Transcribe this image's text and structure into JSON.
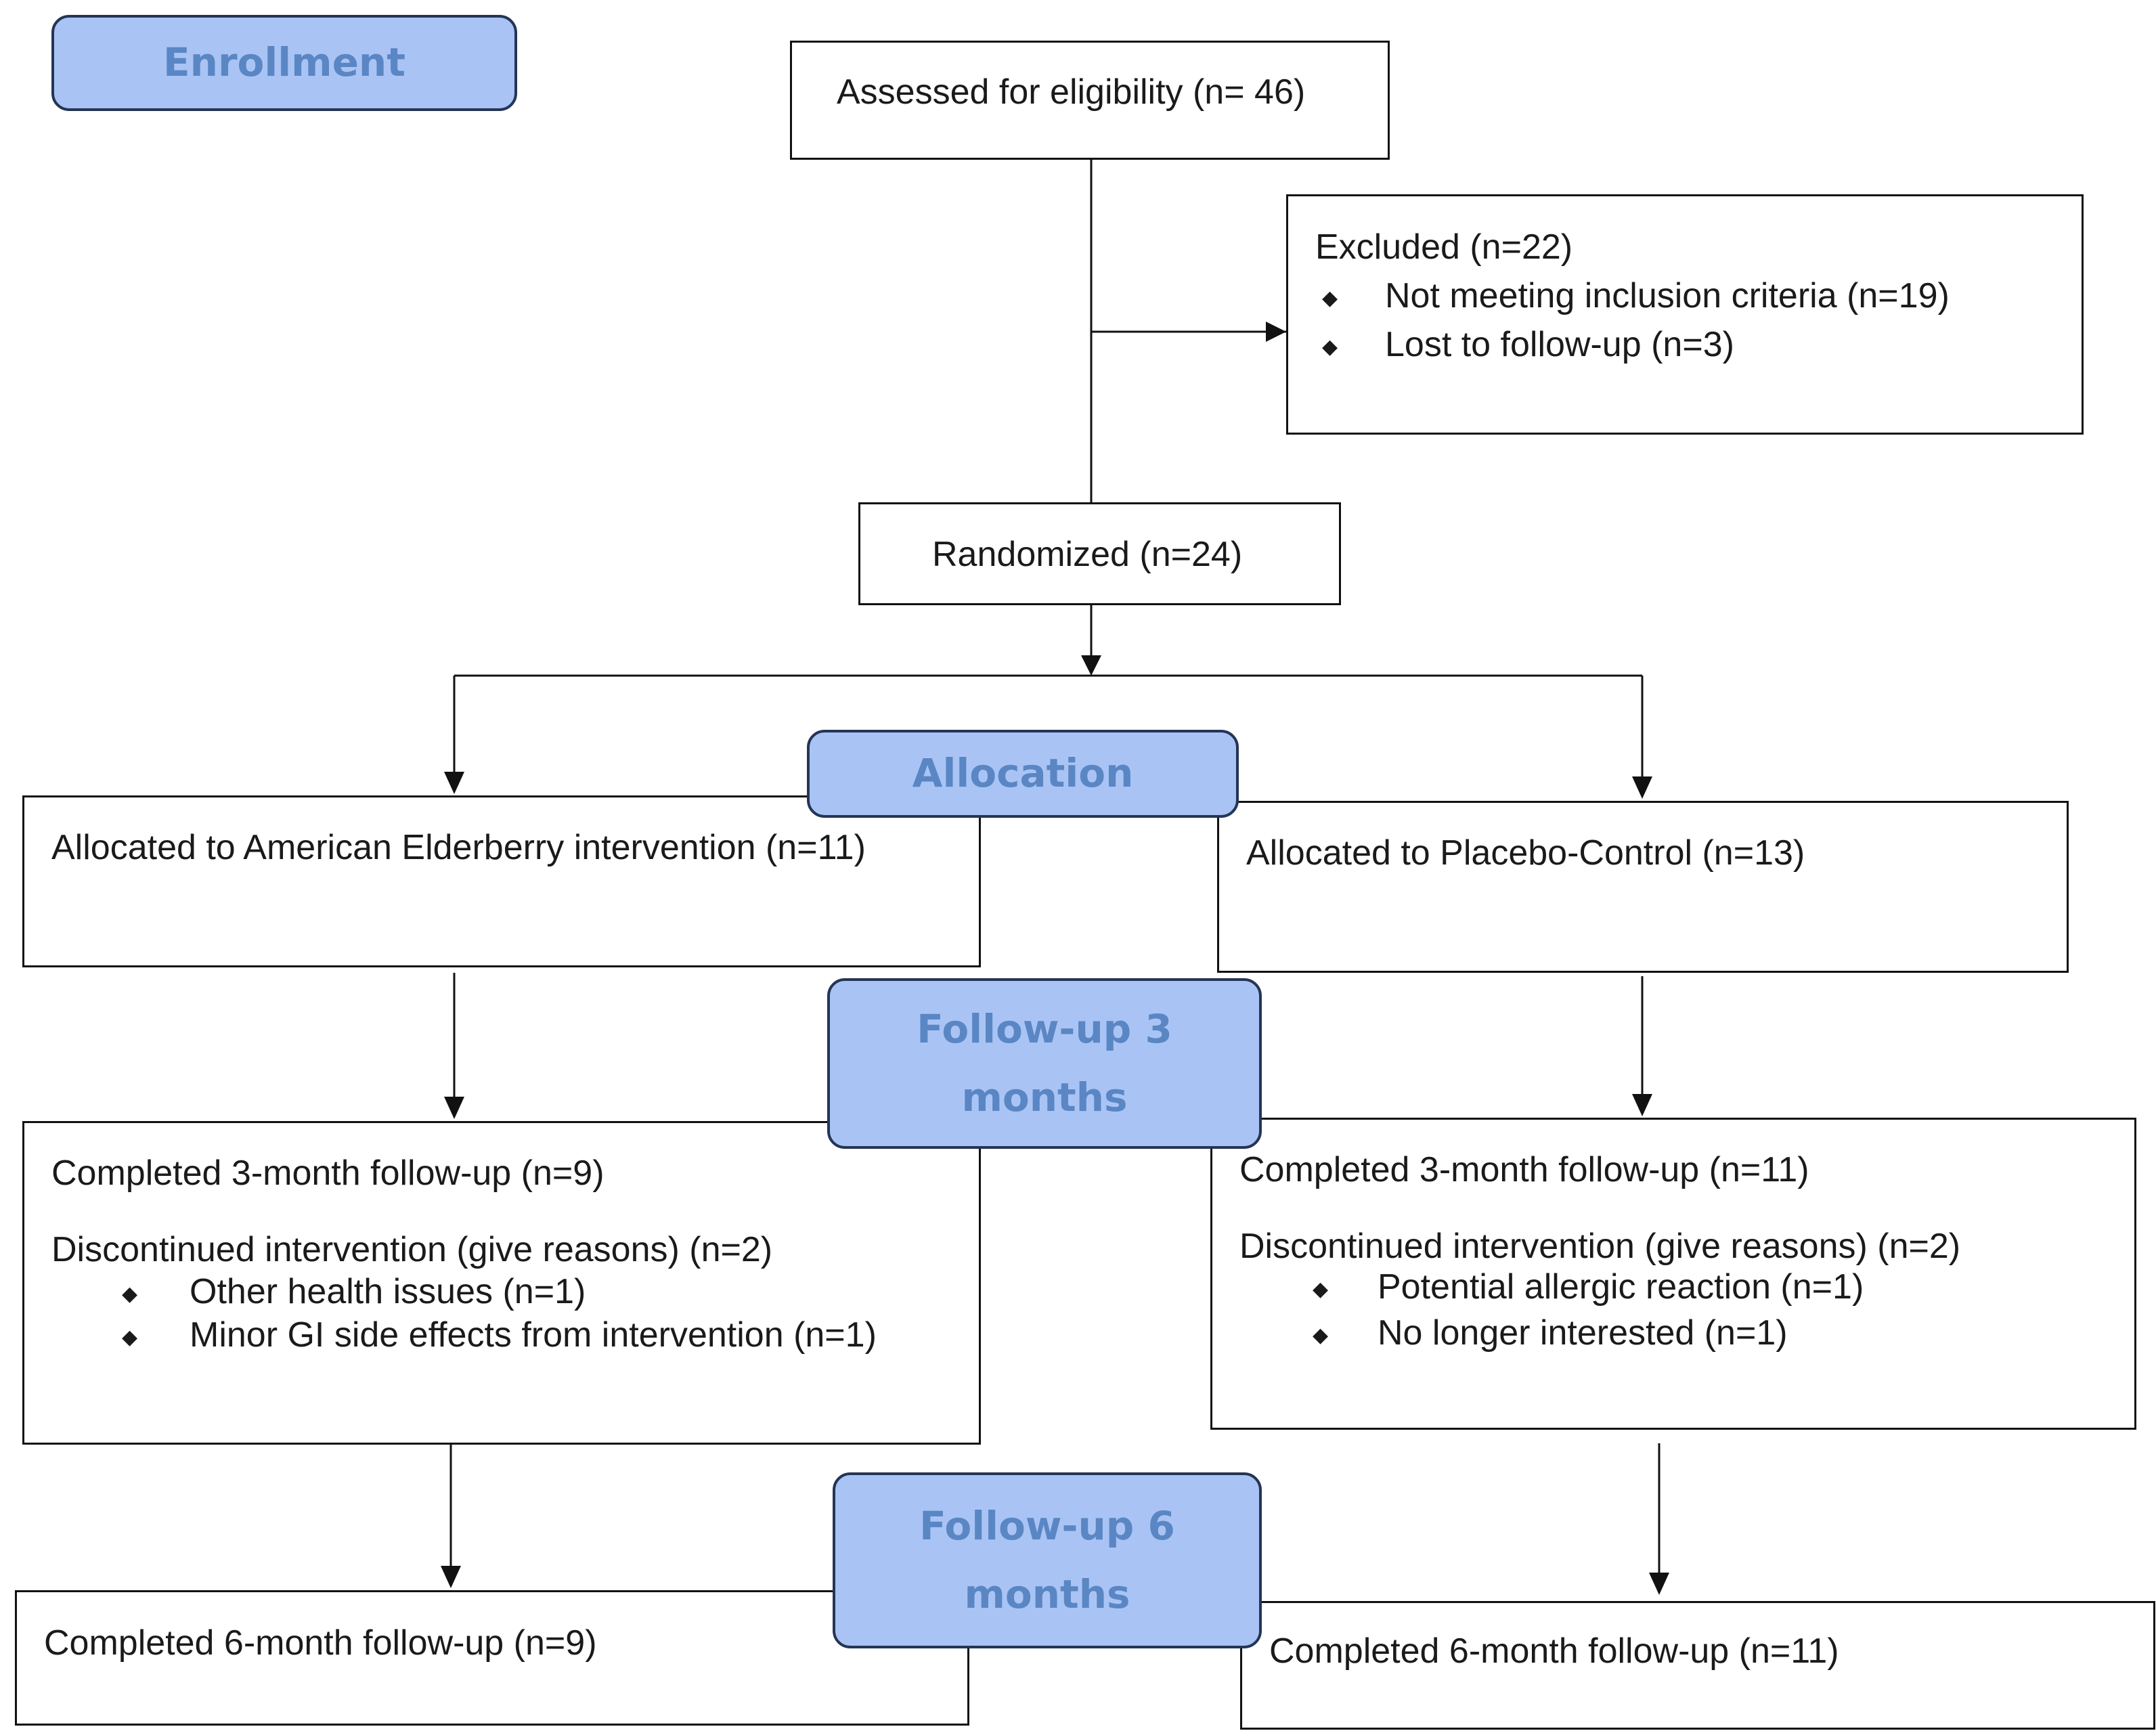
{
  "stages": {
    "enrollment": "Enrollment",
    "allocation": "Allocation",
    "followup3": "Follow-up 3\nmonths",
    "followup6": "Follow-up 6\nmonths"
  },
  "assessed": "Assessed for eligibility (n= 46)",
  "excluded": {
    "title": "Excluded  (n=22)",
    "reasons": [
      "Not meeting inclusion criteria (n=19)",
      "Lost to follow-up (n=3)"
    ]
  },
  "randomized": "Randomized (n=24)",
  "elderberry": {
    "allocated": "Allocated to American Elderberry intervention (n=11)",
    "completed_3m": "Completed 3-month follow-up (n=9)",
    "discontinued": "Discontinued intervention (give reasons) (n=2)",
    "discontinued_reasons": [
      "Other health issues (n=1)",
      "Minor GI side effects from intervention (n=1)"
    ],
    "completed_6m": "Completed 6-month follow-up  (n=9)"
  },
  "placebo": {
    "allocated": "Allocated to Placebo-Control (n=13)",
    "completed_3m": "Completed 3-month follow-up (n=11)",
    "discontinued": "Discontinued intervention (give reasons) (n=2)",
    "discontinued_reasons": [
      "Potential allergic reaction (n=1)",
      "No longer interested (n=1)"
    ],
    "completed_6m": "Completed 6-month follow-up  (n=11)"
  },
  "colors": {
    "stage_fill": "#a9c4f4",
    "stage_text": "#5a86c4",
    "stage_border": "#243556",
    "line": "#111111"
  }
}
